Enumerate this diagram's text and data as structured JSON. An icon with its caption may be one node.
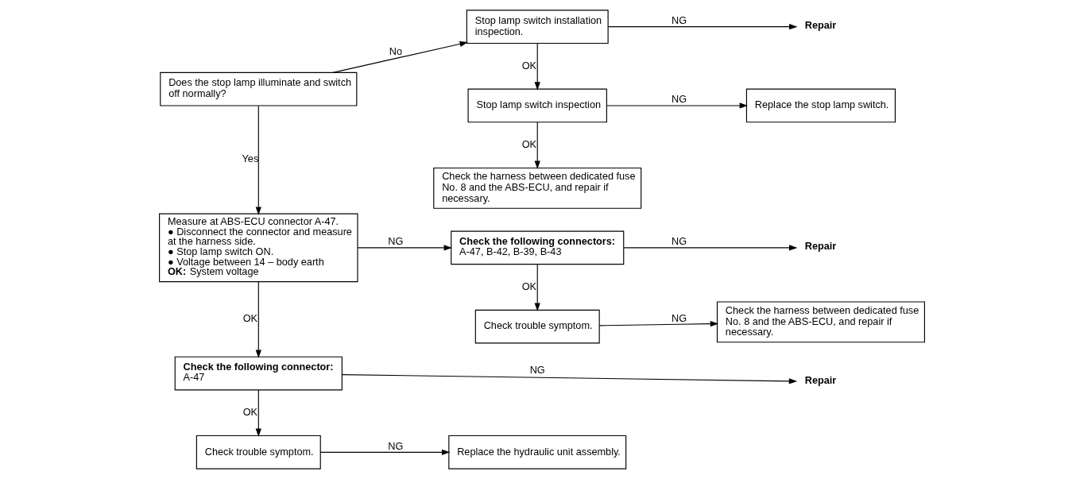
{
  "diagram": {
    "nodes": [
      {
        "text": [
          "Does the stop lamp illuminate and switch off normally?"
        ]
      },
      {
        "text": [
          "Stop lamp switch installation inspection."
        ]
      },
      {
        "text": [
          "Repair"
        ]
      },
      {
        "text": [
          "Stop lamp switch inspection"
        ]
      },
      {
        "text": [
          "Replace the stop lamp switch."
        ]
      },
      {
        "text": [
          "Check the harness between dedicated fuse No. 8 and the ABS-ECU, and repair if necessary."
        ]
      },
      {
        "text": [
          "Measure at ABS-ECU connector A-47.",
          "● Disconnect the connector and measure at the harness side.",
          "● Stop lamp switch ON.",
          "● Voltage between 14 – body earth",
          "**OK:** System voltage"
        ]
      },
      {
        "text": [
          "Check the following connectors:",
          "A-47, B-42, B-39, B-43"
        ]
      },
      {
        "text": [
          "Repair"
        ]
      },
      {
        "text": [
          "Check trouble symptom."
        ]
      },
      {
        "text": [
          "Check the harness between dedicated fuse No. 8 and the ABS-ECU, and repair if necessary."
        ]
      },
      {
        "text": [
          "Check the following connector:",
          "A-47"
        ]
      },
      {
        "text": [
          "Repair"
        ]
      },
      {
        "text": [
          "Check trouble symptom."
        ]
      },
      {
        "text": [
          "Replace the hydraulic unit assembly."
        ]
      }
    ],
    "edges": [
      {
        "from": 0,
        "to": 1,
        "arrow": "to",
        "label": "No"
      },
      {
        "from": 1,
        "to": 2,
        "arrow": "to",
        "label": "NG"
      },
      {
        "from": 1,
        "to": 3,
        "arrow": "to",
        "label": "OK"
      },
      {
        "from": 3,
        "to": 4,
        "arrow": "to",
        "label": "NG"
      },
      {
        "from": 3,
        "to": 5,
        "arrow": "to",
        "label": "OK"
      },
      {
        "from": 0,
        "to": 6,
        "arrow": "to",
        "label": "Yes"
      },
      {
        "from": 6,
        "to": 7,
        "arrow": "to",
        "label": "NG"
      },
      {
        "from": 7,
        "to": 8,
        "arrow": "to",
        "label": "NG"
      },
      {
        "from": 7,
        "to": 9,
        "arrow": "to",
        "label": "OK"
      },
      {
        "from": 9,
        "to": 10,
        "arrow": "to",
        "label": "NG"
      },
      {
        "from": 6,
        "to": 11,
        "arrow": "to",
        "label": "OK"
      },
      {
        "from": 11,
        "to": 12,
        "arrow": "to",
        "label": "NG"
      },
      {
        "from": 11,
        "to": 13,
        "arrow": "to",
        "label": "OK"
      },
      {
        "from": 13,
        "to": 14,
        "arrow": "to",
        "label": "NG"
      }
    ]
  }
}
